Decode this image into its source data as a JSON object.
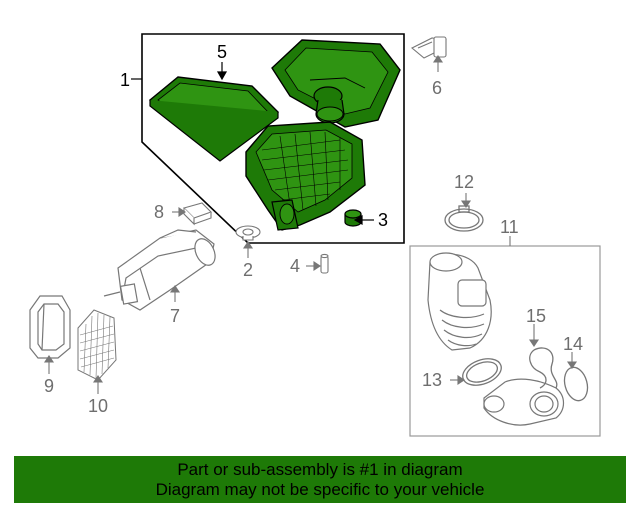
{
  "colors": {
    "highlight_fill": "#1e7a07",
    "highlight_fill_light": "#2f9412",
    "outline": "#000000",
    "part_outline": "#777777",
    "callout_gray": "#6e6e6e",
    "banner_bg": "#1e7a07"
  },
  "callouts": {
    "n1": "1",
    "n2": "2",
    "n3": "3",
    "n4": "4",
    "n5": "5",
    "n6": "6",
    "n7": "7",
    "n8": "8",
    "n9": "9",
    "n10": "10",
    "n11": "11",
    "n12": "12",
    "n13": "13",
    "n14": "14",
    "n15": "15"
  },
  "banner": {
    "line1": "Part or sub-assembly is #1 in diagram",
    "line2": "Diagram may not be specific to your vehicle"
  }
}
